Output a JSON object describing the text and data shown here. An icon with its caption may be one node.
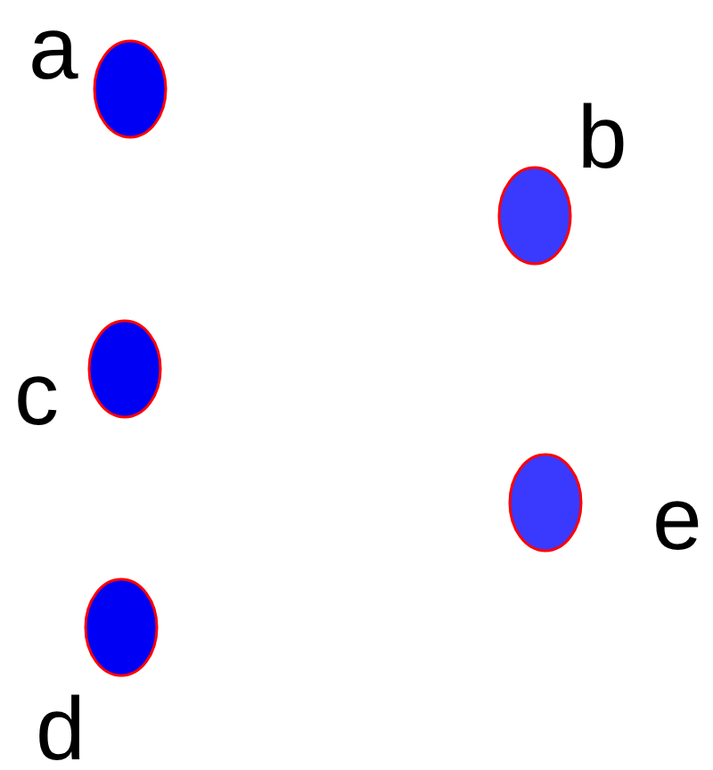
{
  "diagram": {
    "nodes": [
      {
        "text": [],
        "shape": "circle",
        "beside": [
          "a"
        ]
      },
      {
        "text": [],
        "shape": "circle",
        "beside": [
          "b"
        ]
      },
      {
        "text": [],
        "shape": "circle",
        "beside": [
          "c"
        ]
      },
      {
        "text": [],
        "shape": "circle",
        "beside": [
          "e"
        ]
      },
      {
        "text": [],
        "shape": "circle",
        "beside": [
          "d"
        ]
      }
    ],
    "edges": []
  }
}
